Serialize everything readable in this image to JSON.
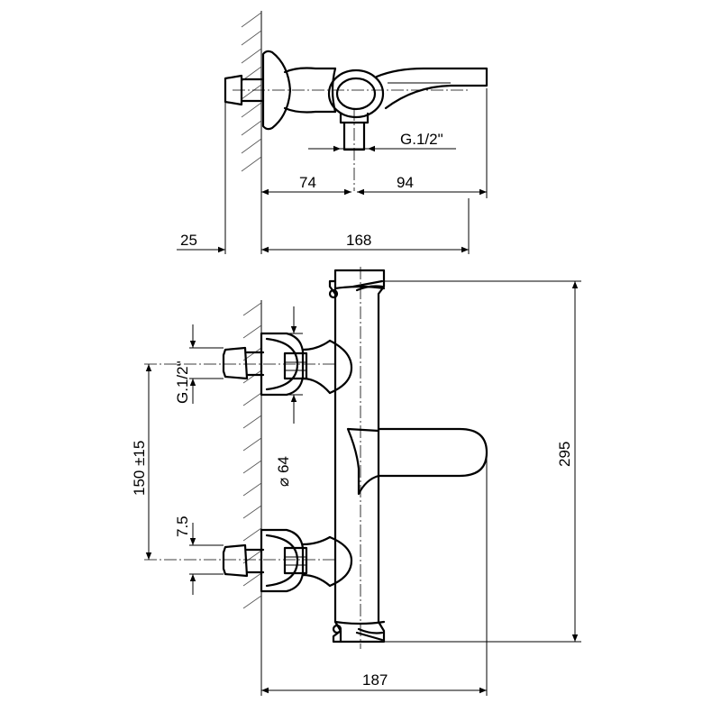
{
  "dimensions": {
    "top_left": "74",
    "top_right": "94",
    "top_wall": "25",
    "top_total": "168",
    "top_thread": "G.1/2\"",
    "front_thread": "G.1/2\"",
    "front_spacing": "150 ±15",
    "front_offset": "7.5",
    "front_diameter": "⌀ 64",
    "front_height": "295",
    "front_width": "187"
  }
}
